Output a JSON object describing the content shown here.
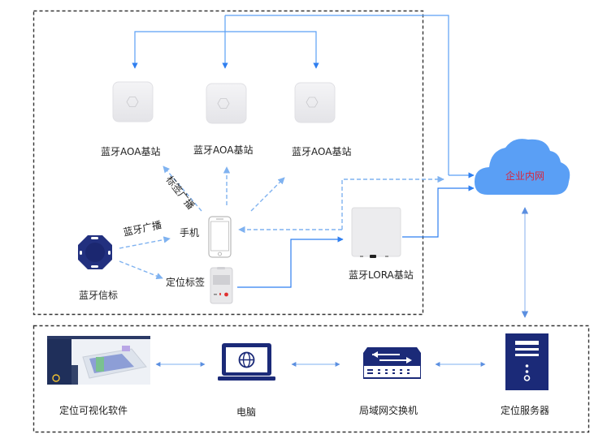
{
  "title": "蓝牙AOA + LORA 定位系统架构图",
  "colors": {
    "accent_line": "#2f7ff0",
    "light_line": "#8fbaf0",
    "dashed_arrow": "#7fb2f0",
    "cloud_fill": "#5a9ff5",
    "cloud_text": "#d8243c",
    "device_navy": "#1b2a78",
    "box_border": "#333333"
  },
  "upper_group": {
    "aoa_stations": [
      {
        "label": "蓝牙AOA基站",
        "icon": "aoa-base-station-icon"
      },
      {
        "label": "蓝牙AOA基站",
        "icon": "aoa-base-station-icon"
      },
      {
        "label": "蓝牙AOA基站",
        "icon": "aoa-base-station-icon"
      }
    ],
    "beacon": {
      "label": "蓝牙信标",
      "icon": "bluetooth-beacon-icon"
    },
    "phone": {
      "label": "手机",
      "icon": "smartphone-icon"
    },
    "tag": {
      "label": "定位标签",
      "icon": "location-tag-icon"
    },
    "lora_station": {
      "label": "蓝牙LORA基站",
      "icon": "lora-base-station-icon"
    },
    "edge_labels": {
      "tag_broadcast": "标签广播",
      "bluetooth_broadcast": "蓝牙广播"
    }
  },
  "cloud": {
    "label": "企业内网",
    "icon": "cloud-icon"
  },
  "lower_group": {
    "nodes": [
      {
        "label": "定位可视化软件",
        "icon": "visualization-software-screenshot"
      },
      {
        "label": "电脑",
        "icon": "laptop-globe-icon"
      },
      {
        "label": "局域网交换机",
        "icon": "network-switch-icon"
      },
      {
        "label": "定位服务器",
        "icon": "server-icon"
      }
    ]
  }
}
